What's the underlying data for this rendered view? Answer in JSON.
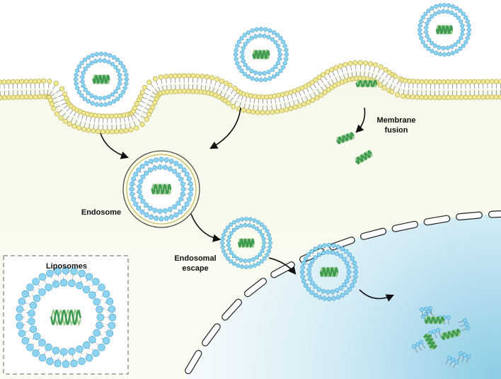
{
  "labels": {
    "endosome": "Endosome",
    "endosomal_escape_line1": "Endosomal",
    "endosomal_escape_line2": "escape",
    "membrane_fusion_line1": "Membrane",
    "membrane_fusion_line2": "fusion",
    "legend_title": "Liposomes"
  },
  "colors": {
    "membrane_head": "#F0E99A",
    "membrane_head_stroke": "#B8A93C",
    "liposome_head": "#8FD3F2",
    "liposome_head_stroke": "#3A9FCF",
    "rna": "#3E9B4F",
    "cytoplasm": "#EEF4DA",
    "nucleus": "#A9D8EA"
  },
  "icons": [
    "liposome-icon",
    "rna-helix-icon",
    "arrow-icon",
    "nuclear-envelope"
  ]
}
